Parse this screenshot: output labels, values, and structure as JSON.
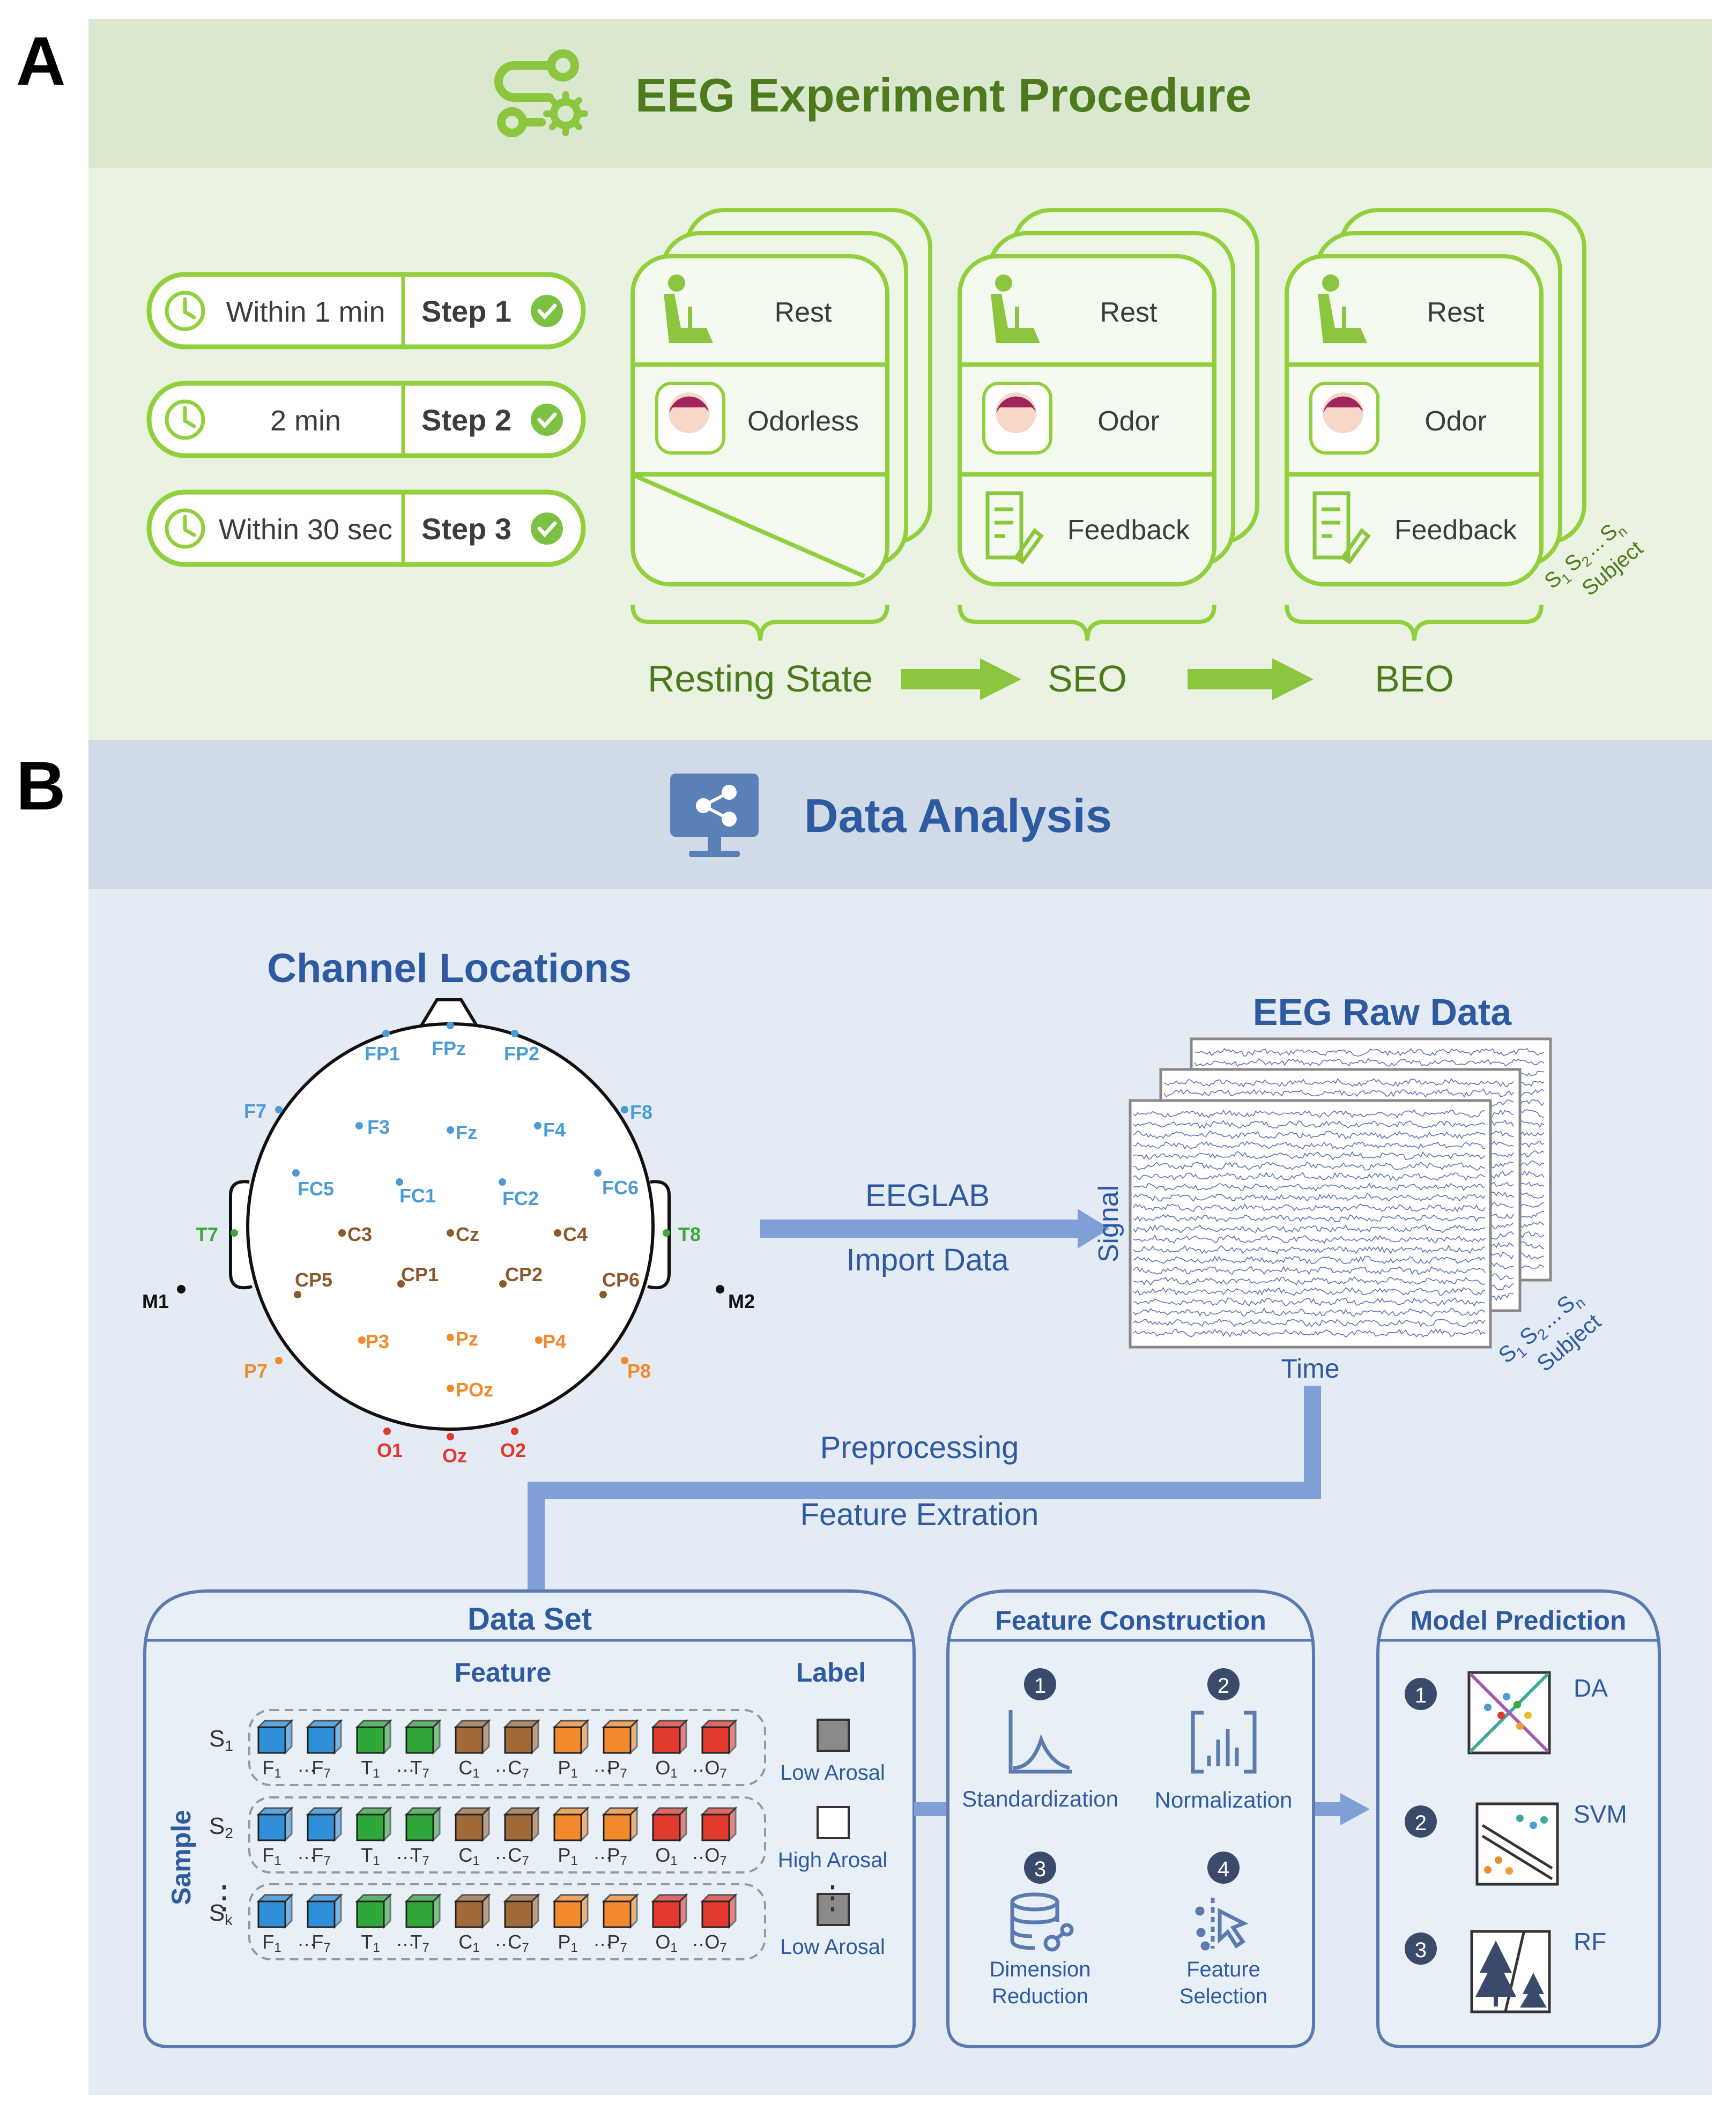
{
  "panel_a": {
    "letter": "A",
    "title": "EEG Experiment Procedure",
    "steps": [
      {
        "duration": "Within 1 min",
        "step": "Step 1"
      },
      {
        "duration": "2 min",
        "step": "Step 2"
      },
      {
        "duration": "Within 30 sec",
        "step": "Step 3"
      }
    ],
    "stacks": [
      {
        "row1": "Rest",
        "row2": "Odorless",
        "row3": "",
        "caption": "Resting State"
      },
      {
        "row1": "Rest",
        "row2": "Odor",
        "row3": "Feedback",
        "caption": "SEO"
      },
      {
        "row1": "Rest",
        "row2": "Odor",
        "row3": "Feedback",
        "caption": "BEO"
      }
    ],
    "subject": {
      "s1": "S",
      "s1_sub": "1",
      "s2": "S",
      "s2_sub": "2",
      "dots": "...",
      "sn": "S",
      "sn_sub": "n",
      "label": "Subject"
    }
  },
  "panel_b": {
    "letter": "B",
    "title": "Data Analysis",
    "channel_title": "Channel Locations",
    "raw_title": "EEG Raw Data",
    "arrow_top": "EEGLAB",
    "arrow_bottom": "Import Data",
    "signal_label": "Signal",
    "time_label": "Time",
    "subject": {
      "s1": "S",
      "s1_sub": "1",
      "s2": "S",
      "s2_sub": "2",
      "dots": "...",
      "sn": "S",
      "sn_sub": "n",
      "label": "Subject"
    },
    "pre": "Preprocessing",
    "feat_ext": "Feature Extration",
    "channels": {
      "FP1": "FP1",
      "FPz": "FPz",
      "FP2": "FP2",
      "F7": "F7",
      "F3": "F3",
      "Fz": "Fz",
      "F4": "F4",
      "F8": "F8",
      "FC5": "FC5",
      "FC1": "FC1",
      "FC2": "FC2",
      "FC6": "FC6",
      "T7": "T7",
      "C3": "C3",
      "Cz": "Cz",
      "C4": "C4",
      "T8": "T8",
      "CP5": "CP5",
      "CP1": "CP1",
      "CP2": "CP2",
      "CP6": "CP6",
      "P7": "P7",
      "P3": "P3",
      "Pz": "Pz",
      "P4": "P4",
      "P8": "P8",
      "POz": "POz",
      "O1": "O1",
      "Oz": "Oz",
      "O2": "O2",
      "M1": "M1",
      "M2": "M2"
    },
    "dataset": {
      "title": "Data Set",
      "feature": "Feature",
      "label": "Label",
      "sample": "Sample",
      "rows": [
        {
          "s": "S",
          "sub": "1",
          "label": "Low Arosal"
        },
        {
          "s": "S",
          "sub": "2",
          "label": "High Arosal"
        },
        {
          "s": "S",
          "sub": "k",
          "label": "Low Arosal"
        }
      ],
      "vdots": "⋮",
      "cube_labels": [
        {
          "l": "F",
          "sub": "1"
        },
        {
          "l": "F",
          "sub": "7"
        },
        {
          "l": "T",
          "sub": "1"
        },
        {
          "l": "T",
          "sub": "7"
        },
        {
          "l": "C",
          "sub": "1"
        },
        {
          "l": "C",
          "sub": "7"
        },
        {
          "l": "P",
          "sub": "1"
        },
        {
          "l": "P",
          "sub": "7"
        },
        {
          "l": "O",
          "sub": "1"
        },
        {
          "l": "O",
          "sub": "7"
        }
      ]
    },
    "feature_construction": {
      "title": "Feature Construction",
      "items": [
        {
          "num": "1",
          "label": "Standardization"
        },
        {
          "num": "2",
          "label": "Normalization"
        },
        {
          "num": "3",
          "label": "Dimension",
          "label2": "Reduction"
        },
        {
          "num": "4",
          "label": "Feature",
          "label2": "Selection"
        }
      ]
    },
    "model_prediction": {
      "title": "Model Prediction",
      "items": [
        {
          "num": "1",
          "label": "DA"
        },
        {
          "num": "2",
          "label": "SVM"
        },
        {
          "num": "3",
          "label": "RF"
        }
      ]
    }
  },
  "colors": {
    "green_header": "#d9e8cf",
    "green_body": "#eaf3e2",
    "green_line": "#92cf3d",
    "green_text": "#4d7a1c",
    "blue_header": "#d0dbe7",
    "blue_body": "#e4ebf4",
    "blue_text": "#2e5aa2",
    "blue_arrow": "#7f9fd6",
    "fp": "#4a9bd6",
    "t": "#3aa83a",
    "c": "#8b5a2b",
    "p": "#f08a2c",
    "o": "#e03a2e"
  }
}
